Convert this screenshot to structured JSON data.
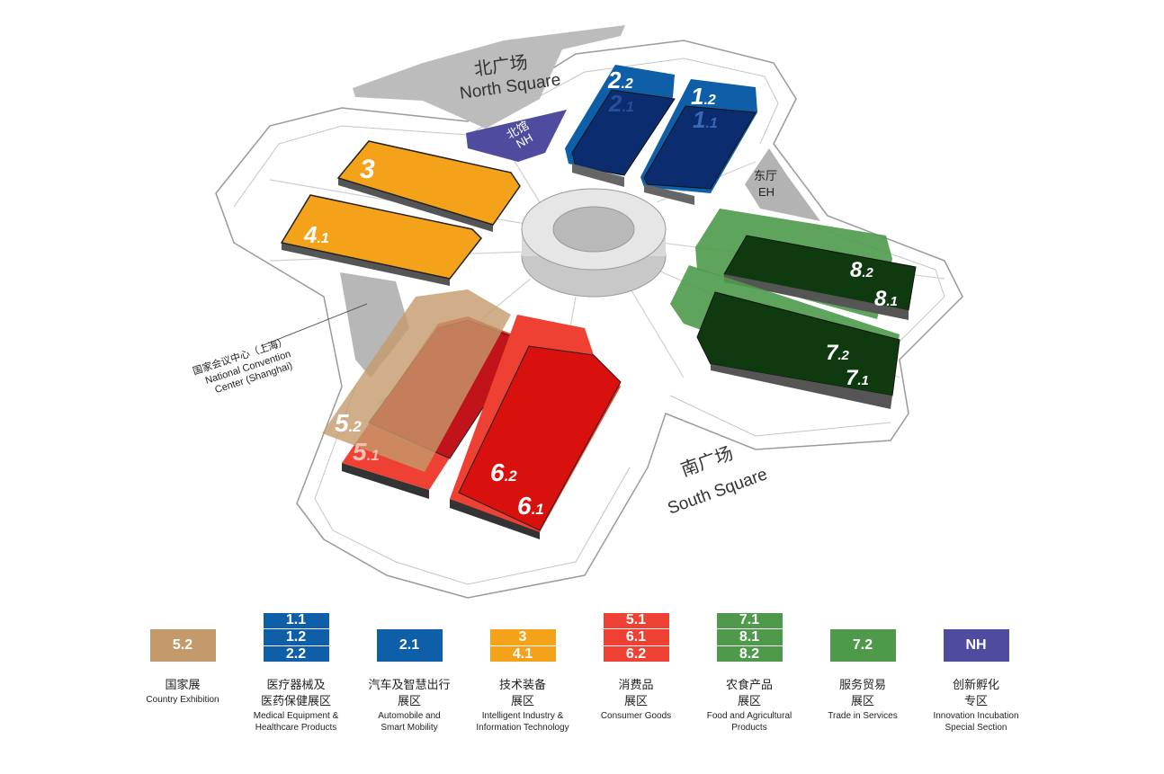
{
  "map": {
    "north_square": {
      "zh": "北广场",
      "en": "North Square"
    },
    "south_square": {
      "zh": "南广场",
      "en": "South Square"
    },
    "north_hall": {
      "zh": "北馆",
      "en": "NH"
    },
    "east_hall": {
      "zh": "东厅",
      "en": "EH"
    },
    "convention_center": {
      "zh": "国家会议中心（上海）",
      "en1": "National Convention",
      "en2": "Center (Shanghai)"
    },
    "halls": [
      {
        "id": "3",
        "main": "3",
        "sub": ""
      },
      {
        "id": "4.1",
        "main": "4",
        "sub": ".1"
      },
      {
        "id": "2.2",
        "main": "2",
        "sub": ".2"
      },
      {
        "id": "2.1",
        "main": "2",
        "sub": ".1"
      },
      {
        "id": "1.2",
        "main": "1",
        "sub": ".2"
      },
      {
        "id": "1.1",
        "main": "1",
        "sub": ".1"
      },
      {
        "id": "8.2",
        "main": "8",
        "sub": ".2"
      },
      {
        "id": "8.1",
        "main": "8",
        "sub": ".1"
      },
      {
        "id": "7.2",
        "main": "7",
        "sub": ".2"
      },
      {
        "id": "7.1",
        "main": "7",
        "sub": ".1"
      },
      {
        "id": "5.2",
        "main": "5",
        "sub": ".2"
      },
      {
        "id": "5.1",
        "main": "5",
        "sub": ".1"
      },
      {
        "id": "6.2",
        "main": "6",
        "sub": ".2"
      },
      {
        "id": "6.1",
        "main": "6",
        "sub": ".1"
      }
    ]
  },
  "colors": {
    "brown": "#c49a6c",
    "blue": "#0e5ea8",
    "orange": "#f5a21b",
    "red": "#ef4133",
    "green": "#4e9a4a",
    "purple": "#4f4c9f"
  },
  "legend": [
    {
      "swatch": [
        "5.2"
      ],
      "zh": "国家展",
      "en": "Country Exhibition",
      "color": "#c49a6c"
    },
    {
      "swatch": [
        "1.1",
        "1.2",
        "2.2"
      ],
      "zh": "医疗器械及\n医药保健展区",
      "en": "Medical Equipment &\nHealthcare Products",
      "color": "#0e5ea8"
    },
    {
      "swatch": [
        "2.1"
      ],
      "zh": "汽车及智慧出行\n展区",
      "en": "Automobile and\nSmart Mobility",
      "color": "#0e5ea8"
    },
    {
      "swatch": [
        "3",
        "4.1"
      ],
      "zh": "技术装备\n展区",
      "en": "Intelligent Industry &\nInformation Technology",
      "color": "#f5a21b"
    },
    {
      "swatch": [
        "5.1",
        "6.1",
        "6.2"
      ],
      "zh": "消费品\n展区",
      "en": "Consumer Goods",
      "color": "#ef4133"
    },
    {
      "swatch": [
        "7.1",
        "8.1",
        "8.2"
      ],
      "zh": "农食产品\n展区",
      "en": "Food and Agricultural\nProducts",
      "color": "#4e9a4a"
    },
    {
      "swatch": [
        "7.2"
      ],
      "zh": "服务贸易\n展区",
      "en": "Trade in Services",
      "color": "#4e9a4a"
    },
    {
      "swatch": [
        "NH"
      ],
      "zh": "创新孵化\n专区",
      "en": "Innovation Incubation\nSpecial Section",
      "color": "#4f4c9f"
    }
  ]
}
